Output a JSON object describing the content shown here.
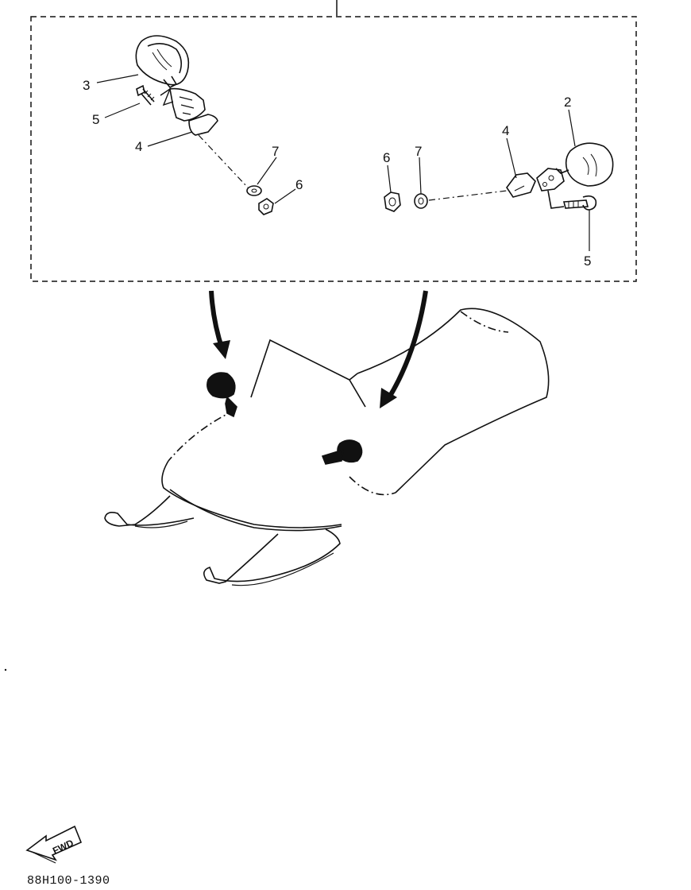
{
  "callouts": {
    "left_mirror": "3",
    "left_bolt": "5",
    "left_bracket": "4",
    "left_washer": "7",
    "left_nut": "6",
    "right_mirror": "2",
    "right_bracket": "4",
    "right_nut": "6",
    "right_washer": "7",
    "right_bolt": "5"
  },
  "fwd_label": "FWD",
  "diagram_code": "88H100-1390",
  "colors": {
    "ink": "#111111",
    "paper": "#ffffff"
  }
}
